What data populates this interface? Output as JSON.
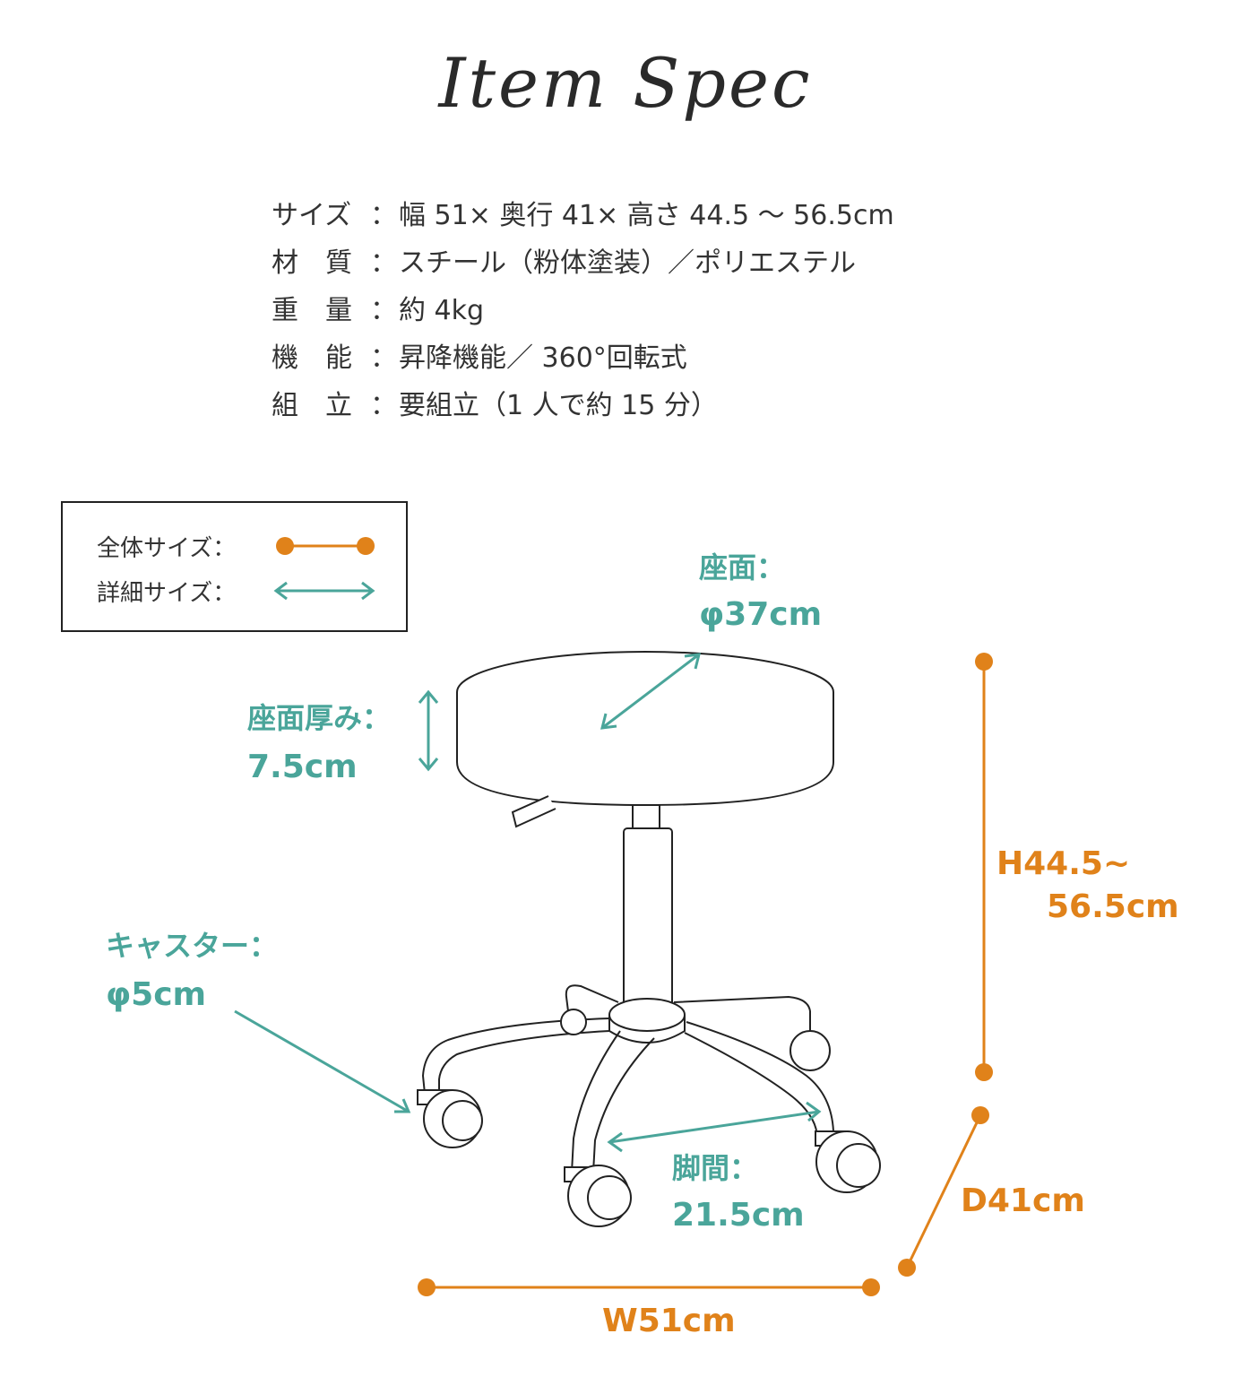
{
  "title": "Item Spec",
  "specs": [
    {
      "label": "サイズ",
      "value": "幅 51× 奥行 41× 高さ 44.5 〜 56.5cm"
    },
    {
      "label": "材　質",
      "value": "スチール（粉体塗装）／ポリエステル"
    },
    {
      "label": "重　量",
      "value": "約 4kg"
    },
    {
      "label": "機　能",
      "value": "昇降機能／ 360°回転式"
    },
    {
      "label": "組　立",
      "value": "要組立（1 人で約 15 分）"
    }
  ],
  "separator": "：",
  "legend": {
    "overall": "全体サイズ：",
    "detail": "詳細サイズ："
  },
  "dims": {
    "seat_label": "座面：",
    "seat_value": "φ37cm",
    "thickness_label": "座面厚み：",
    "thickness_value": "7.5cm",
    "caster_label": "キャスター：",
    "caster_value": "φ5cm",
    "leg_label": "脚間：",
    "leg_value": "21.5cm",
    "height_line1": "H44.5~",
    "height_line2": "56.5cm",
    "depth": "D41cm",
    "width": "W51cm"
  },
  "colors": {
    "teal": "#4aa59a",
    "orange": "#e0821a",
    "line": "#222222"
  }
}
